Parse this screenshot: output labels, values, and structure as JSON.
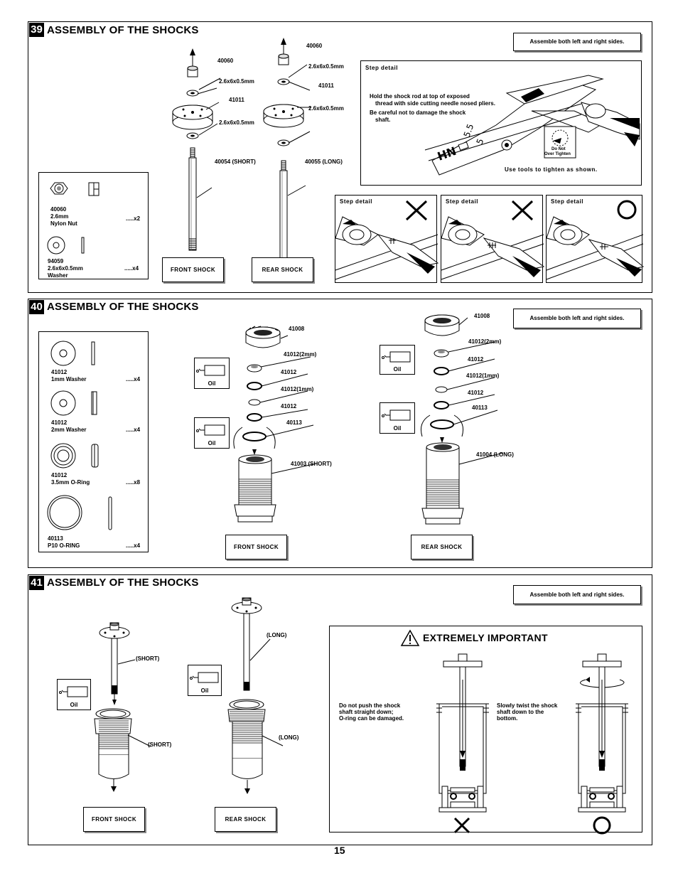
{
  "page_number": "15",
  "step39": {
    "number": "39",
    "title": "ASSEMBLY OF THE SHOCKS",
    "note": "Assemble both left and right sides.",
    "callouts": {
      "front_nut": "40060",
      "front_washer_top": "2.6x6x0.5mm",
      "front_piston": "41011",
      "front_washer_bottom": "2.6x6x0.5mm",
      "front_shaft": "40054 (SHORT)",
      "rear_nut": "40060",
      "rear_washer_top": "2.6x6x0.5mm",
      "rear_piston": "41011",
      "rear_washer_bottom": "2.6x6x0.5mm",
      "rear_shaft": "40055 (LONG)"
    },
    "parts": [
      {
        "code": "40060",
        "name1": "2.6mm",
        "name2": "Nylon Nut",
        "qty": ".....x2"
      },
      {
        "code": "94059",
        "name1": "2.6x6x0.5mm",
        "name2": "Washer",
        "qty": ".....x4"
      }
    ],
    "front_label": "FRONT SHOCK",
    "rear_label": "REAR SHOCK",
    "detail_main": {
      "title": "Step detail",
      "line1": "Hold the shock rod at top of exposed",
      "line2": "thread with side cutting needle nosed pliers.",
      "line3": "Be careful not to damage the shock",
      "line4": "shaft.",
      "tighten": "Use tools to tighten as shown.",
      "warn1": "Do Not",
      "warn2": "Over Tighten"
    },
    "details": [
      {
        "title": "Step detail",
        "mark": "wrong"
      },
      {
        "title": "Step detail",
        "mark": "wrong"
      },
      {
        "title": "Step detail",
        "mark": "right"
      }
    ]
  },
  "step40": {
    "number": "40",
    "title": "ASSEMBLY OF THE SHOCKS",
    "note": "Assemble both left and right sides.",
    "parts": [
      {
        "code": "41012",
        "name": "1mm Washer",
        "qty": ".....x4"
      },
      {
        "code": "41012",
        "name": "2mm Washer",
        "qty": ".....x4"
      },
      {
        "code": "41012",
        "name": "3.5mm O-Ring",
        "qty": ".....x8"
      },
      {
        "code": "40113",
        "name": "P10 O-RING",
        "qty": ".....x4"
      }
    ],
    "front": {
      "cap": "41008",
      "w2": "41012(2mm)",
      "o1": "41012",
      "w1": "41012(1mm)",
      "o2": "41012",
      "oring": "40113",
      "body": "41003 (SHORT)"
    },
    "rear": {
      "cap": "41008",
      "w2": "41012(2mm)",
      "o1": "41012",
      "w1": "41012(1mm)",
      "o2": "41012",
      "oring": "40113",
      "body": "41004 (LONG)"
    },
    "oil": "Oil",
    "front_label": "FRONT SHOCK",
    "rear_label": "REAR SHOCK"
  },
  "step41": {
    "number": "41",
    "title": "ASSEMBLY OF THE SHOCKS",
    "note": "Assemble both left and right sides.",
    "front_shaft": "(SHORT)",
    "front_body": "(SHORT)",
    "rear_shaft": "(LONG)",
    "rear_body": "(LONG)",
    "oil": "Oil",
    "front_label": "FRONT SHOCK",
    "rear_label": "REAR SHOCK",
    "important": {
      "title": "EXTREMELY IMPORTANT",
      "wrong1": "Do not push the shock",
      "wrong2": "shaft straight down;",
      "wrong3": "O-ring can be damaged.",
      "right1": "Slowly twist the shock",
      "right2": "shaft down to the",
      "right3": "bottom."
    }
  }
}
